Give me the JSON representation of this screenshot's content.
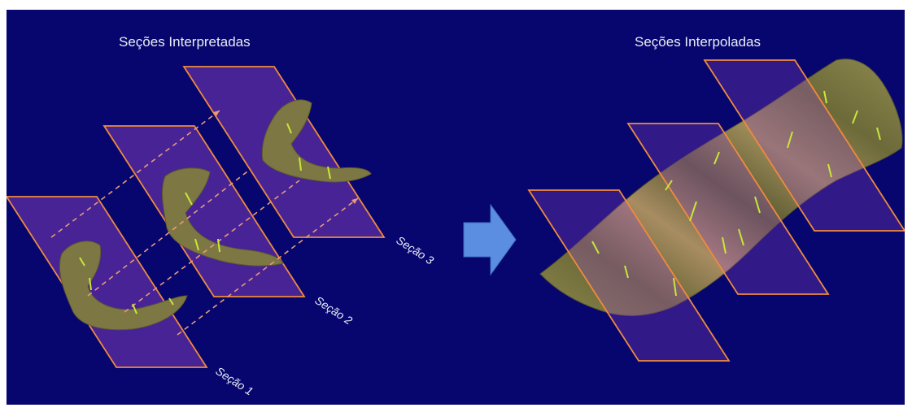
{
  "left_panel": {
    "title": "Seções Interpretadas"
  },
  "right_panel": {
    "title": "Seções Interpoladas"
  },
  "section_labels": [
    "Seção 1",
    "Seção 2",
    "Seção 3"
  ],
  "arrow": {
    "color": "#5b8ee0",
    "icon": "right-arrow-icon"
  },
  "colors": {
    "background": "#06066e",
    "plane_outline": "#f08a3e",
    "plane_fill": "#9646c8",
    "body_fill": "#7d7843",
    "dash_lines": "#e79a7a",
    "sticks": "#c8e63c"
  }
}
